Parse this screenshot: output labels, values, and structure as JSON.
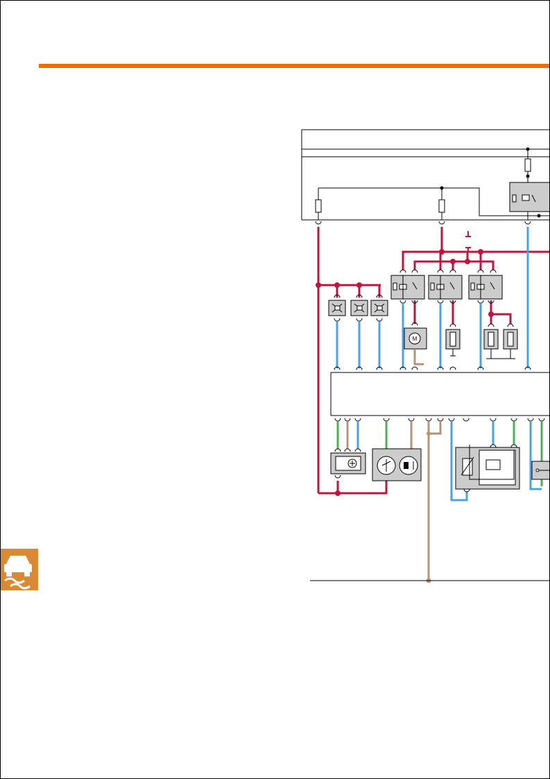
{
  "page": {
    "header_bar_color": "#ef6c0a",
    "icon": "skidding-car-icon",
    "icon_color": "#d98a32"
  },
  "diagram": {
    "type": "wiring-diagram",
    "wire_colors": {
      "power": "#c0143c",
      "signal": "#4aa3df",
      "ground": "#b49479",
      "green": "#4caf50",
      "black": "#000000",
      "component_fill": "#cccccc"
    },
    "components": [
      "fuse",
      "fuse",
      "fuse",
      "relay",
      "relay",
      "relay",
      "relay",
      "solenoid-valve",
      "solenoid-valve",
      "solenoid-valve",
      "motor",
      "heater-element",
      "heater-element",
      "heater-element",
      "control-unit",
      "wheel-speed-sensor",
      "gauge-cluster",
      "pressure-sensor",
      "switch"
    ],
    "motor_label": "M"
  }
}
